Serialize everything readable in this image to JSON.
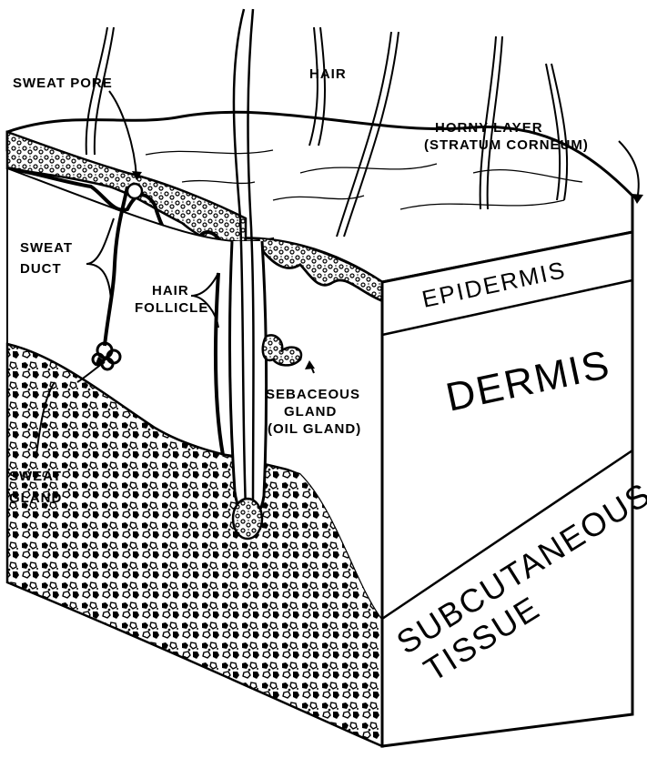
{
  "diagram": {
    "labels": {
      "sweat_pore": "SWEAT PORE",
      "hair": "HAIR",
      "horny_layer_1": "HORNY  LAYER",
      "horny_layer_2": "(STRATUM CORNEUM)",
      "sweat_duct_1": "SWEAT",
      "sweat_duct_2": "DUCT",
      "hair_follicle_1": "HAIR",
      "hair_follicle_2": "FOLLICLE",
      "epidermis": "EPIDERMIS",
      "dermis": "DERMIS",
      "sebaceous_1": "SEBACEOUS",
      "sebaceous_2": "GLAND",
      "sebaceous_3": "(OIL GLAND)",
      "sweat_gland_1": "SWEAT",
      "sweat_gland_2": "GLAND",
      "subcutaneous_1": "SUBCUTANEOUS",
      "subcutaneous_2": "TISSUE"
    },
    "colors": {
      "ink": "#000000",
      "paper": "#ffffff"
    }
  }
}
